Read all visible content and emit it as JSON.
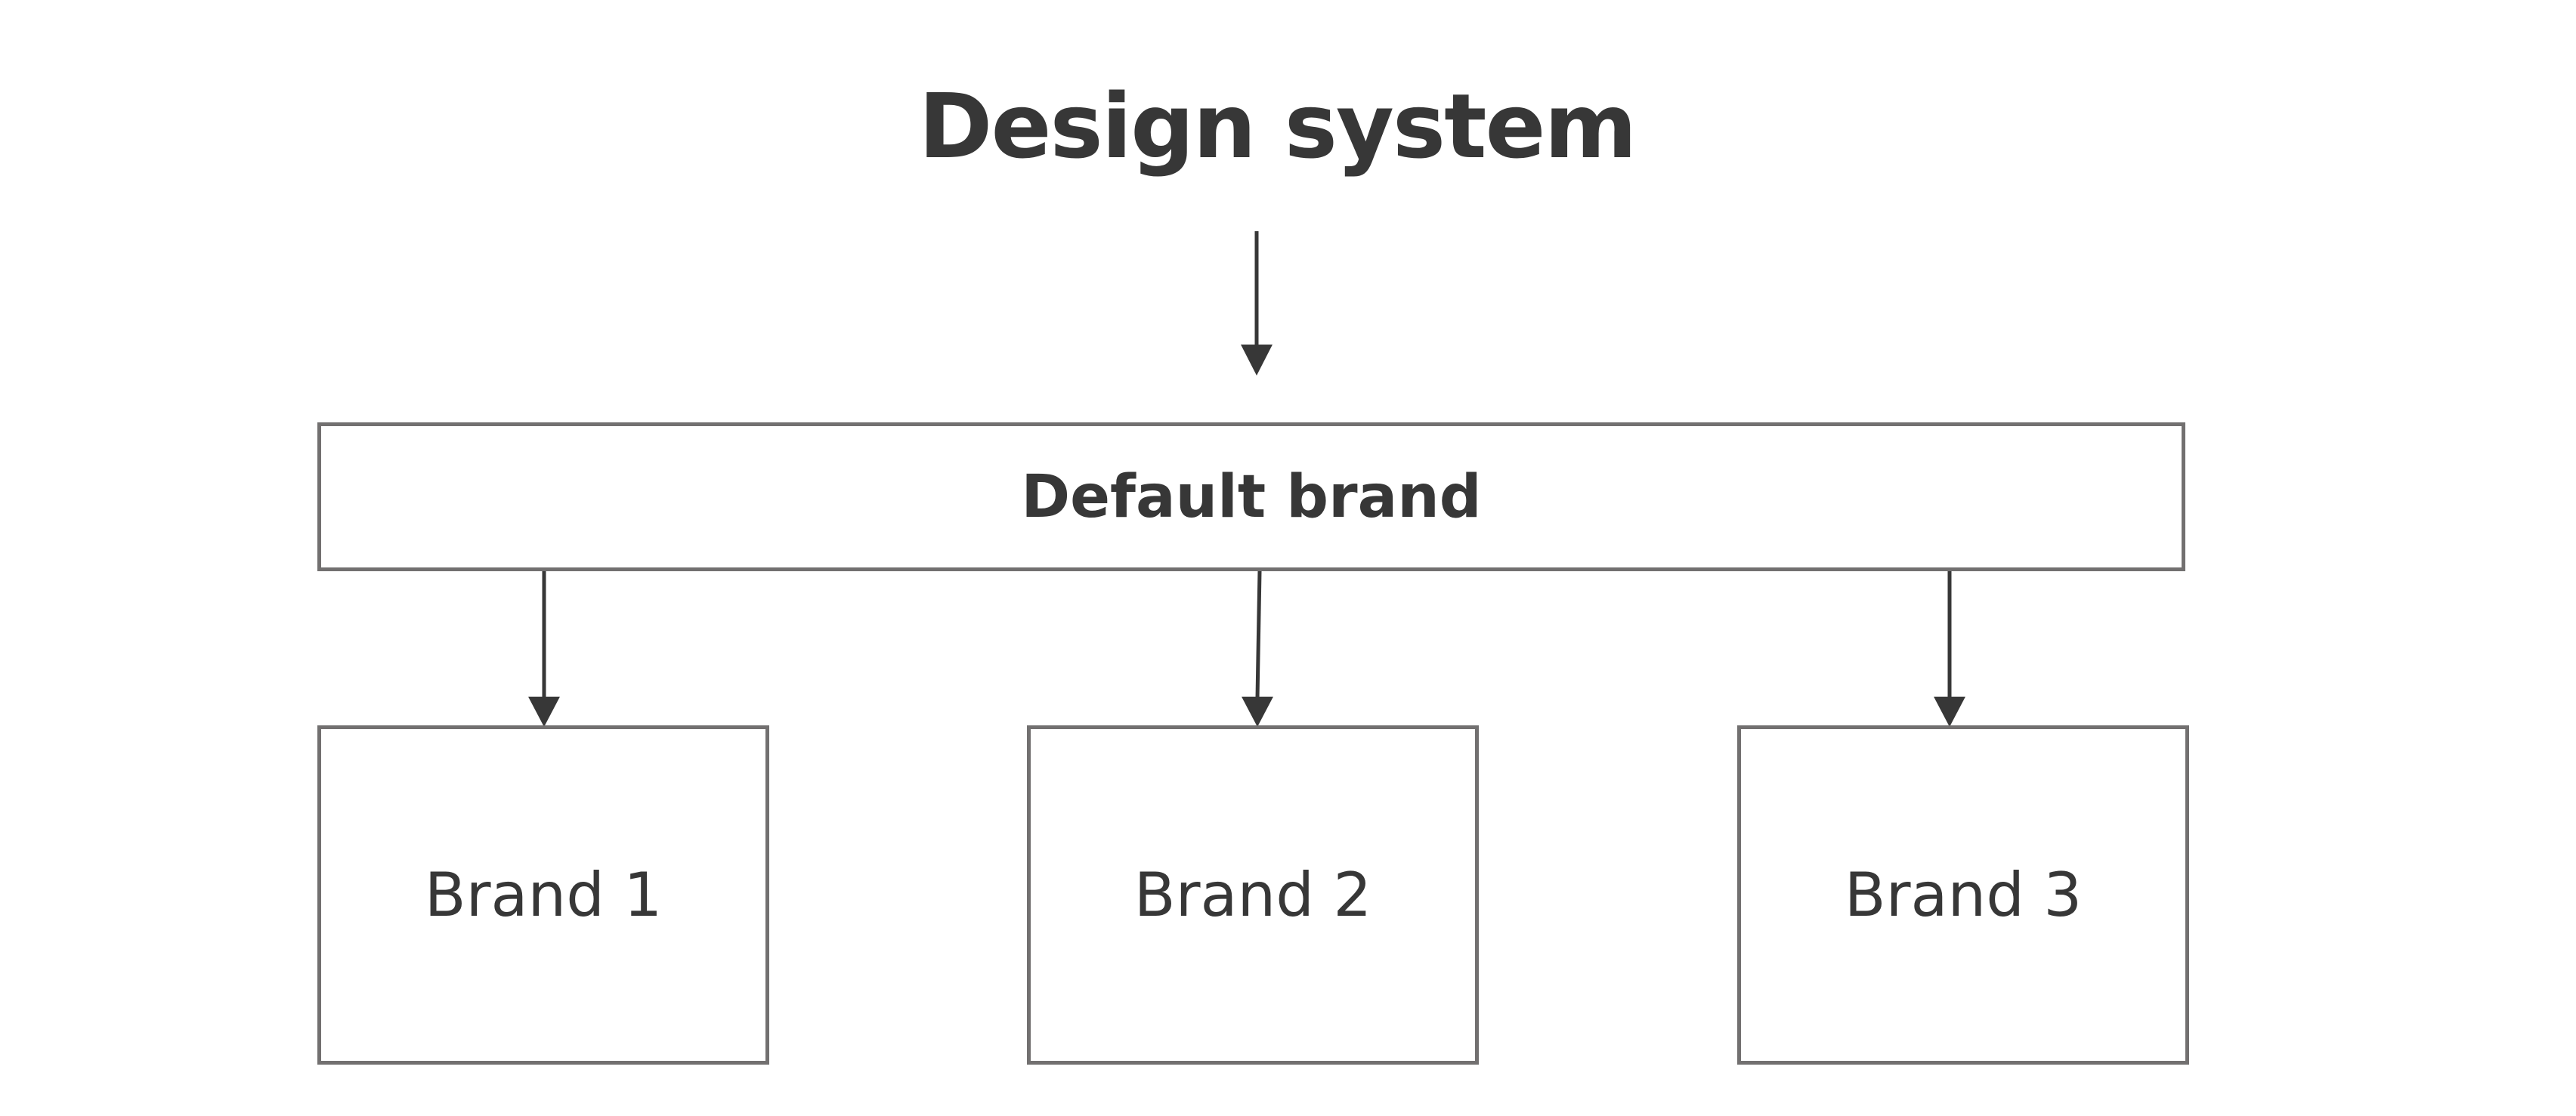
{
  "title": "Design system",
  "root_node": {
    "label": "Default brand"
  },
  "child_nodes": [
    {
      "label": "Brand 1"
    },
    {
      "label": "Brand 2"
    },
    {
      "label": "Brand 3"
    }
  ],
  "colors": {
    "text": "#373737",
    "box_border": "#727070",
    "arrow": "#373737",
    "background": "#ffffff"
  }
}
